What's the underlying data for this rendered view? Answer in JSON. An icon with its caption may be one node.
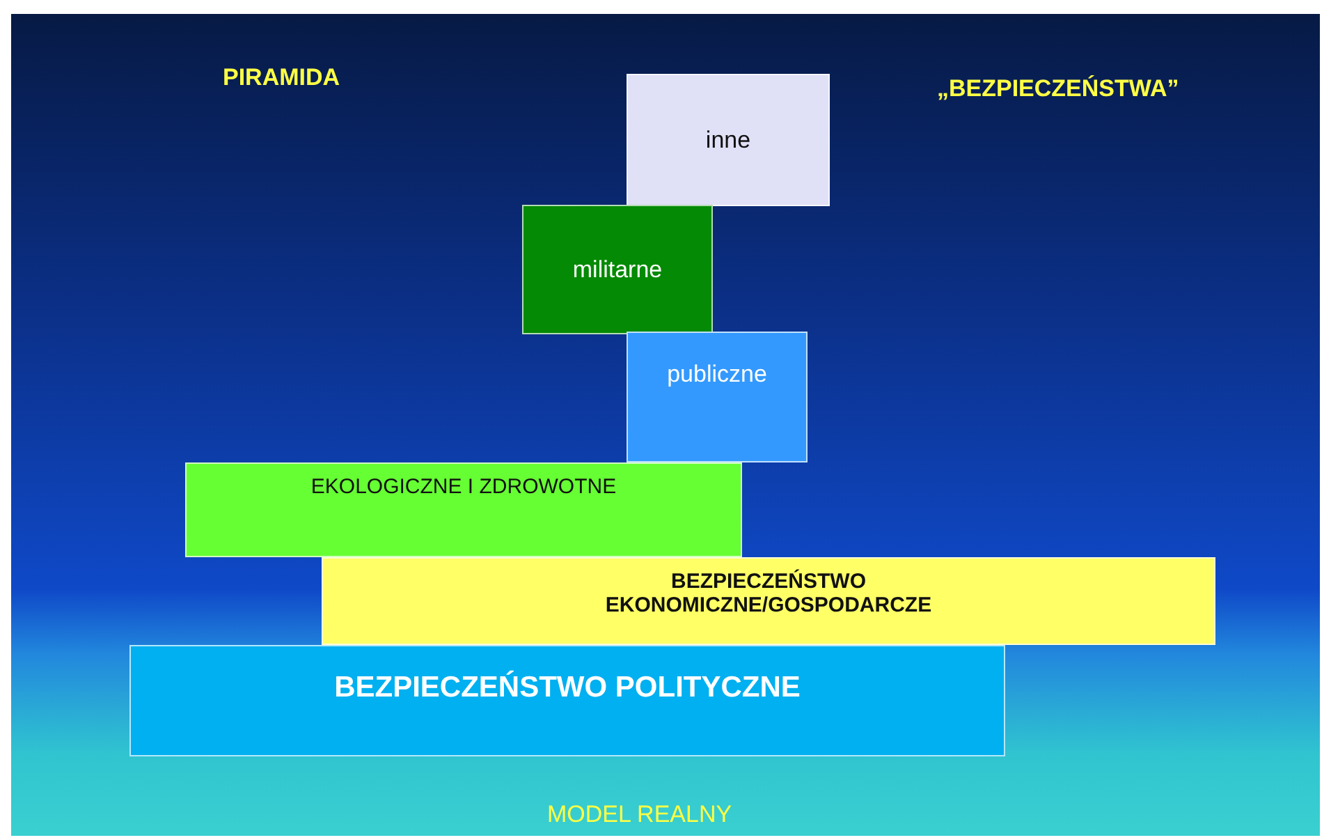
{
  "diagram": {
    "nodes": [
      {
        "text": [
          "inne"
        ]
      },
      {
        "text": [
          "militarne"
        ]
      },
      {
        "text": [
          "publiczne"
        ]
      },
      {
        "text": [
          "EKOLOGICZNE I ZDROWOTNE"
        ]
      },
      {
        "text": [
          "BEZPIECZEŃSTWO EKONOMICZNE/GOSPODARCZE"
        ]
      },
      {
        "text": [
          "BEZPIECZEŃSTWO POLITYCZNE"
        ]
      }
    ],
    "labels": [
      "PIRAMIDA",
      "„BEZPIECZEŃSTWA”",
      "MODEL REALNY"
    ]
  }
}
